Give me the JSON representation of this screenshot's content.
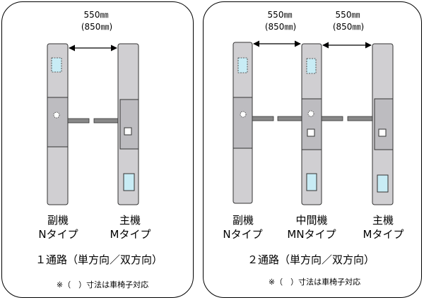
{
  "panels": [
    {
      "dims": [
        {
          "main": "550㎜",
          "sub": "(850㎜)"
        }
      ],
      "machines": [
        {
          "line1": "副機",
          "line2": "Nタイプ"
        },
        {
          "line1": "主機",
          "line2": "Mタイプ"
        }
      ],
      "caption": "１通路（単方向／双方向）",
      "note": "※（　）寸法は車椅子対応"
    },
    {
      "dims": [
        {
          "main": "550㎜",
          "sub": "(850㎜)"
        },
        {
          "main": "550㎜",
          "sub": "(850㎜)"
        }
      ],
      "machines": [
        {
          "line1": "副機",
          "line2": "Nタイプ"
        },
        {
          "line1": "中間機",
          "line2": "MNタイプ"
        },
        {
          "line1": "主機",
          "line2": "Mタイプ"
        }
      ],
      "caption": "２通路（単方向／双方向）",
      "note": "※（　）寸法は車椅子対応"
    }
  ],
  "colors": {
    "gate_body": "#d0cfd2",
    "gate_band": "#bdbcc0",
    "card_reader": "#c8ecf5",
    "outline": "#333333"
  }
}
